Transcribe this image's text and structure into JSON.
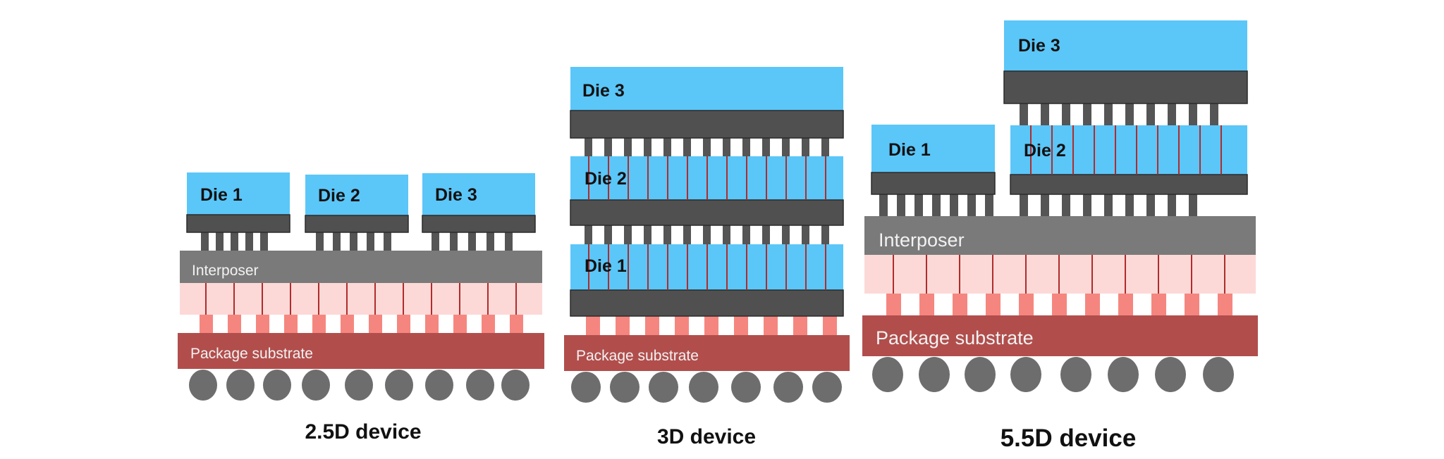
{
  "devices": {
    "d25": {
      "caption": "2.5D device",
      "die1": "Die 1",
      "die2": "Die 2",
      "die3": "Die 3",
      "interposer": "Interposer",
      "substrate": "Package substrate"
    },
    "d3": {
      "caption": "3D device",
      "die1": "Die 1",
      "die2": "Die 2",
      "die3": "Die 3",
      "substrate": "Package substrate"
    },
    "d55": {
      "caption": "5.5D device",
      "die1": "Die 1",
      "die2": "Die 2",
      "die3": "Die 3",
      "interposer": "Interposer",
      "substrate": "Package substrate"
    }
  },
  "colors": {
    "die": "#5bc6f8",
    "die_base": "#505050",
    "interposer": "#7a7a7a",
    "interposer_pink": "#fcd9d7",
    "bump": "#f5867f",
    "tsv": "#b02c2c",
    "substrate": "#b14e4c",
    "ball": "#6d6d6d",
    "pillar": "#555555"
  }
}
